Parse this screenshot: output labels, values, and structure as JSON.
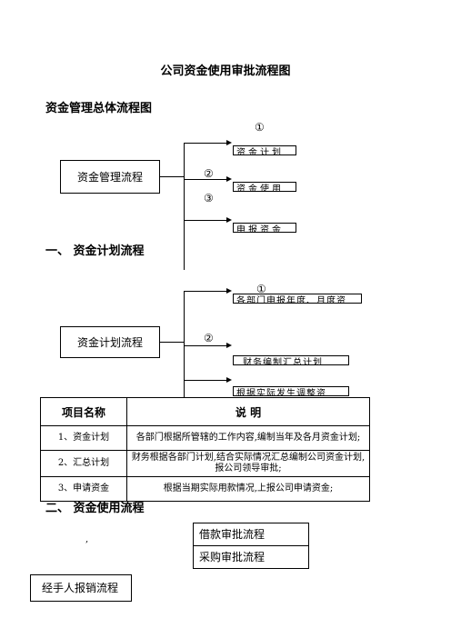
{
  "title": "公司资金使用审批流程图",
  "section_overall": "资金管理总体流程图",
  "section1": {
    "heading": "一、 资金计划流程",
    "main_box": "资金计划流程",
    "nums": [
      "①",
      "②"
    ],
    "branches": [
      "各部门申报年度、月度资",
      "财务编制汇总计划",
      "根据实际发生调整资"
    ]
  },
  "overall": {
    "main_box": "资金管理流程",
    "nums": [
      "①",
      "②",
      "③"
    ],
    "branches": [
      "资金计划",
      "资金使用",
      "申报资金"
    ]
  },
  "table": {
    "headers": [
      "项目名称",
      "说 明"
    ],
    "rows": [
      {
        "name": "1、资金计划",
        "desc": "各部门根据所管辖的工作内容,编制当年及各月资金计划;"
      },
      {
        "name": "2、汇总计划",
        "desc": "财务根据各部门计划,结合实际情况汇总编制公司资金计划,报公司领导审批;"
      },
      {
        "name": "3、申请资金",
        "desc": "根据当期实际用款情况,上报公司申请资金;"
      }
    ]
  },
  "section2": {
    "heading": "二、 资金使用流程",
    "stray_mark": ",",
    "stack": [
      "借款审批流程",
      "采购审批流程"
    ],
    "bottom_box": "经手人报销流程"
  }
}
